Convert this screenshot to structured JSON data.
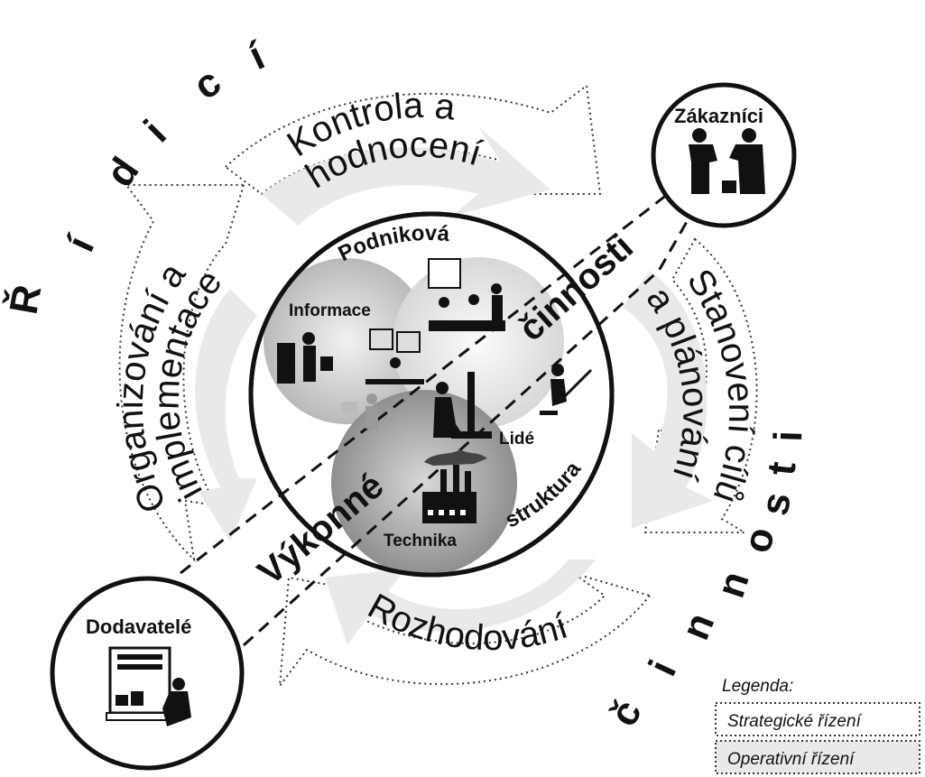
{
  "outer_labels": {
    "ridici": [
      "Ř",
      "í",
      "d",
      "i",
      "c",
      "í"
    ],
    "cinnosti": [
      "č",
      "i",
      "n",
      "n",
      "o",
      "s",
      "t",
      "i"
    ]
  },
  "cycle": {
    "kontrola_line1": "Kontrola a",
    "kontrola_line2": "hodnocení",
    "stanoveni_line1": "Stanovení cílů",
    "stanoveni_line2": "a plánování",
    "rozhodovani": "Rozhodování",
    "organizovani_line1": "Organizování a",
    "organizovani_line2": "implementace"
  },
  "center": {
    "podnikova": "Podniková",
    "struktura": "struktura",
    "vykonne": "Výkonné",
    "cinnosti": "činnosti",
    "informace": "Informace",
    "lide": "Lidé",
    "technika": "Technika"
  },
  "nodes": {
    "zakaznici": "Zákazníci",
    "dodavatele": "Dodavatelé"
  },
  "legend": {
    "title": "Legenda:",
    "strategic": "Strategické řízení",
    "operative": "Operativní  řízení"
  }
}
